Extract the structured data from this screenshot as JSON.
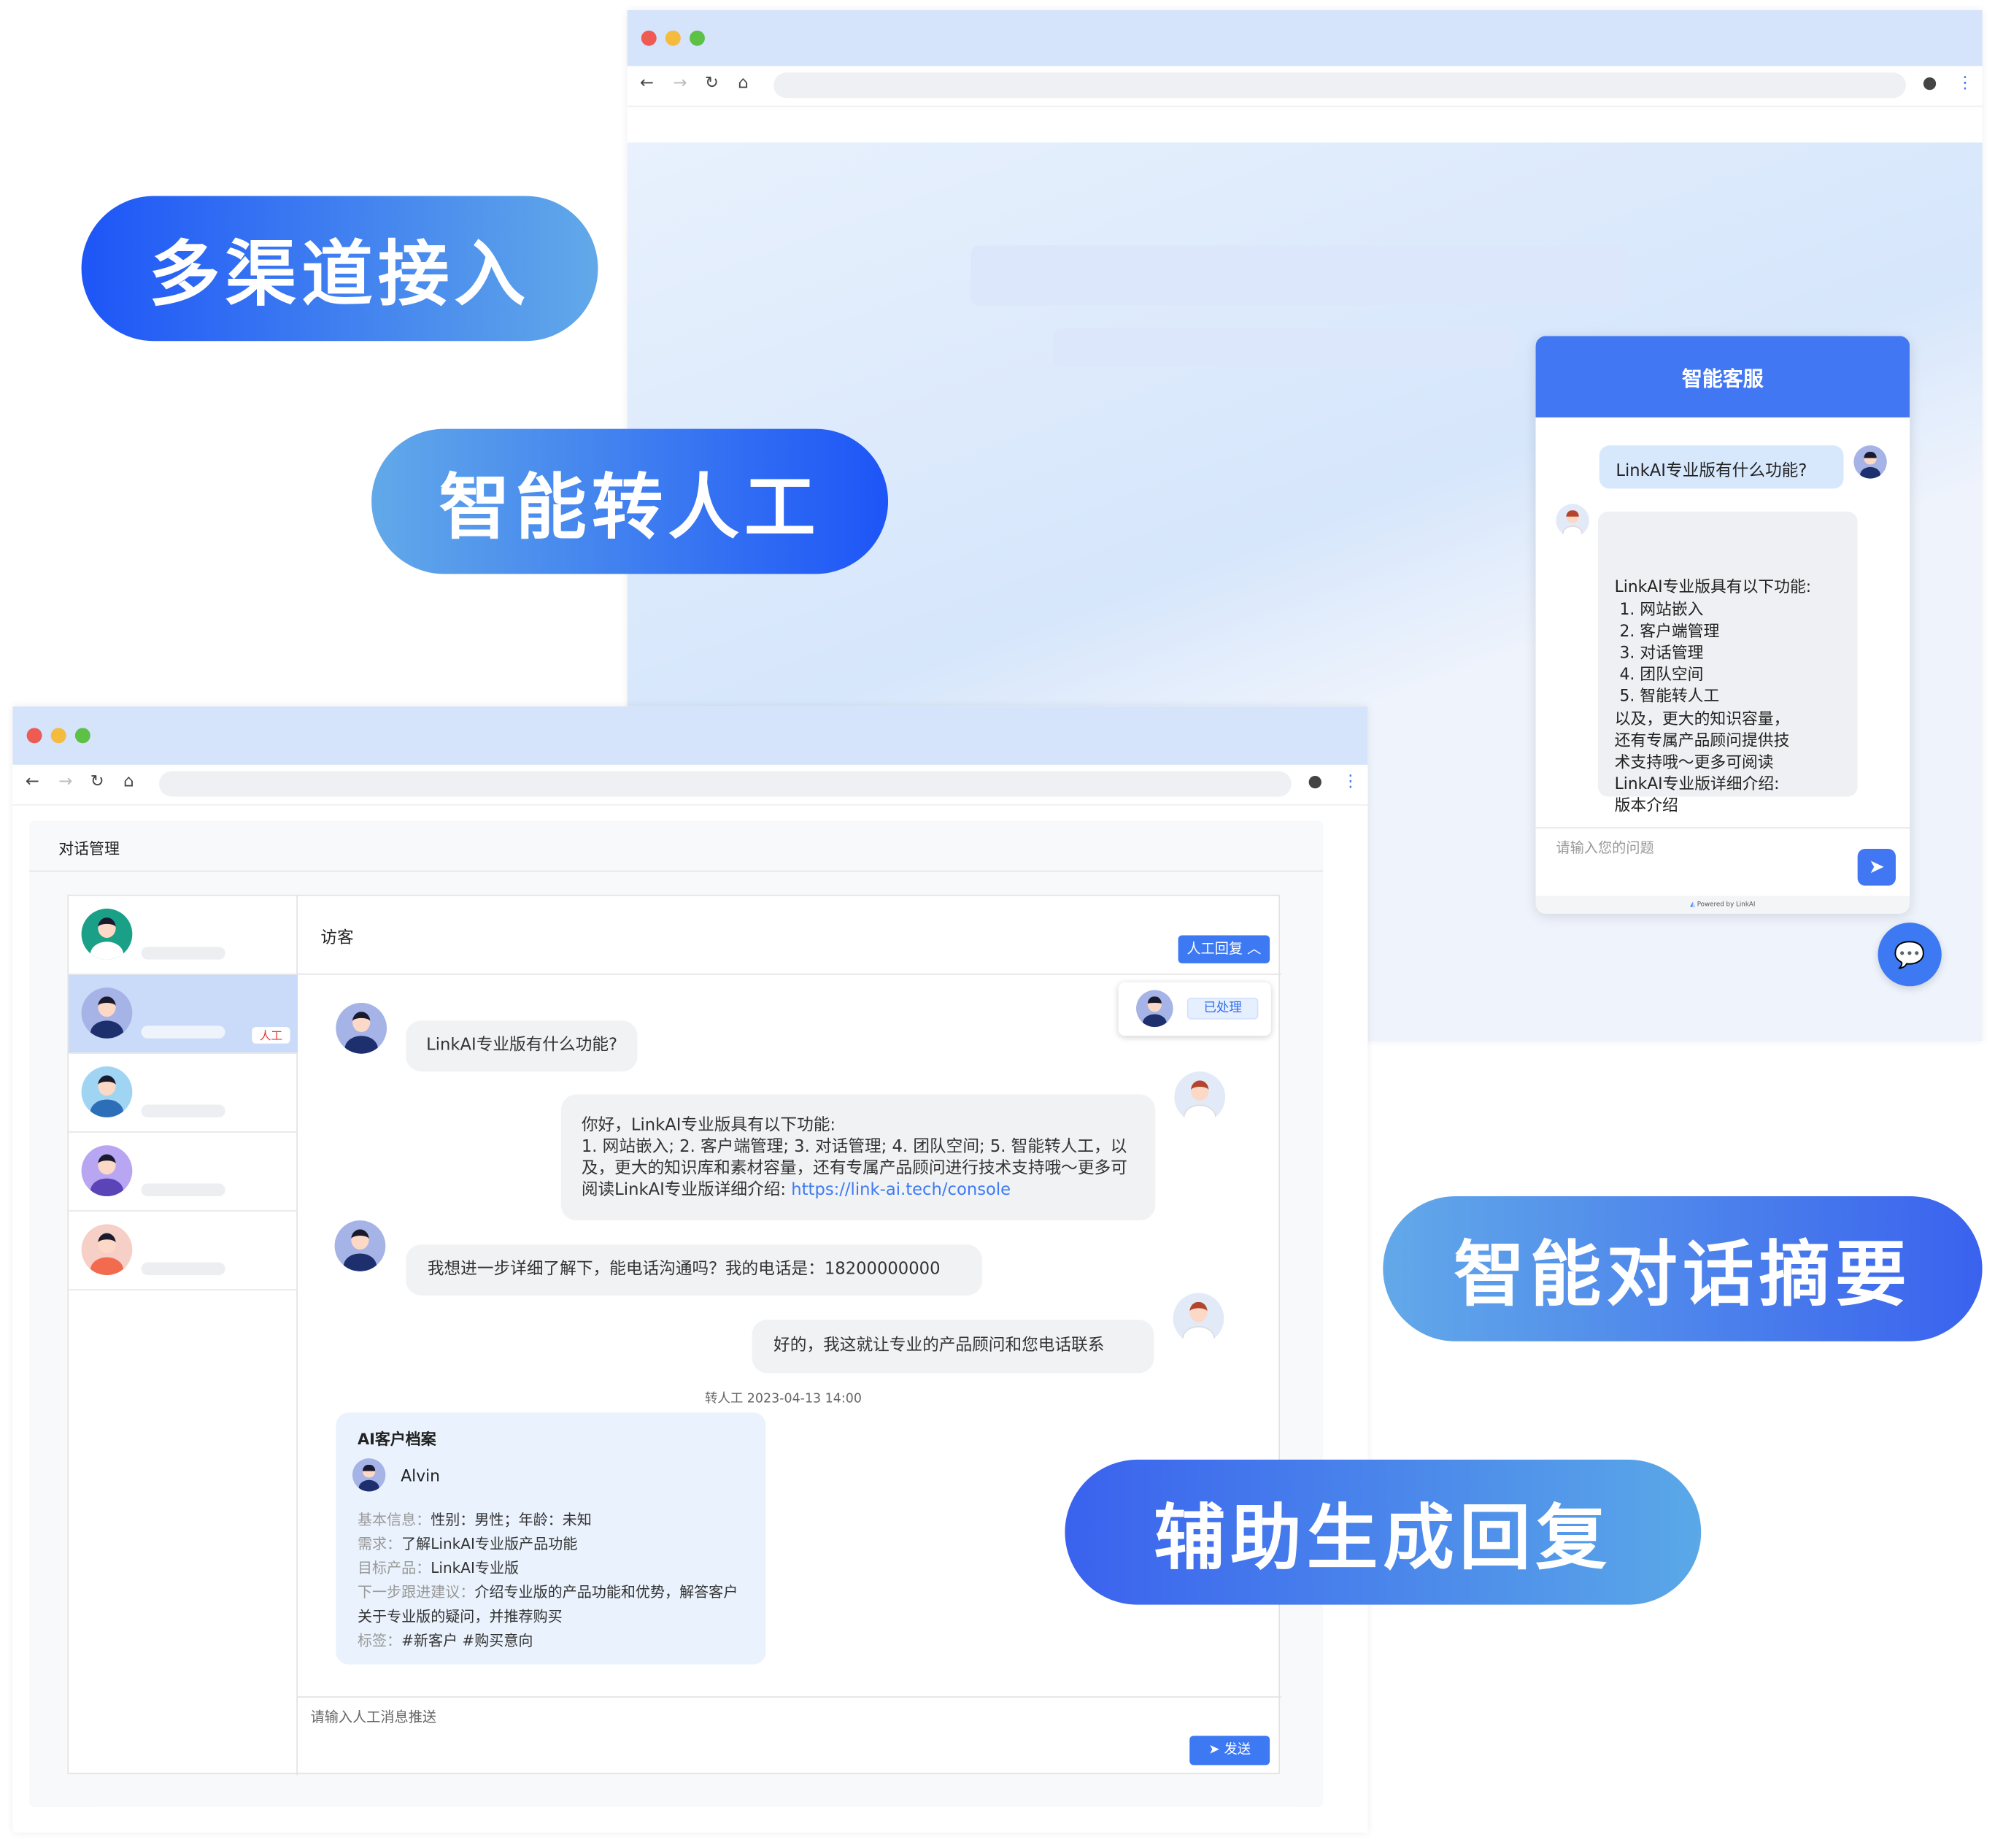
{
  "pills": [
    "多渠道接入",
    "智能转人工",
    "智能对话摘要",
    "辅助生成回复"
  ],
  "colors": {
    "accent": "#2c5ff5",
    "light_accent": "#5aa8e8",
    "widget_header": "#4277f4",
    "selected_row": "#c9dbf8",
    "link": "#3d7af5"
  },
  "widget": {
    "title": "智能客服",
    "user_message": "LinkAI专业版有什么功能?",
    "bot_lines": [
      "LinkAI专业版具有以下功能:",
      " 1. 网站嵌入",
      " 2. 客户端管理",
      " 3. 对话管理",
      " 4. 团队空间",
      " 5. 智能转人工",
      "以及，更大的知识容量，",
      "还有专属产品顾问提供技",
      "术支持哦～更多可阅读",
      "LinkAI专业版详细介绍:",
      "版本介绍"
    ],
    "input_placeholder": "请输入您的问题",
    "powered_by": "Powered by LinkAI"
  },
  "console": {
    "page_title": "对话管理",
    "visitor_label": "访客",
    "manual_reply_button": "人工回复",
    "human_badge": "人工",
    "handled_badge": "已处理",
    "messages": [
      {
        "from": "visitor",
        "text": "LinkAI专业版有什么功能?"
      },
      {
        "from": "agent",
        "text": "你好，LinkAI专业版具有以下功能:\n1. 网站嵌入; 2. 客户端管理; 3. 对话管理; 4. 团队空间; 5. 智能转人工，以及，更大的知识库和素材容量，还有专属产品顾问进行技术支持哦～更多可阅读LinkAI专业版详细介绍: ",
        "link": "https://link-ai.tech/console"
      },
      {
        "from": "visitor",
        "text": "我想进一步详细了解下，能电话沟通吗？我的电话是：18200000000"
      },
      {
        "from": "agent",
        "text": "好的，我这就让专业的产品顾问和您电话联系"
      }
    ],
    "transfer_note": "转人工 2023-04-13 14:00",
    "profile": {
      "title": "AI客户档案",
      "name": "Alvin",
      "rows": [
        {
          "label": "基本信息：",
          "value": "性别：男性；年龄：未知"
        },
        {
          "label": "需求：",
          "value": "了解LinkAI专业版产品功能"
        },
        {
          "label": "目标产品：",
          "value": "LinkAI专业版"
        },
        {
          "label": "下一步跟进建议：",
          "value": "介绍专业版的产品功能和优势，解答客户关于专业版的疑问，并推荐购买"
        },
        {
          "label": "标签：",
          "value": "#新客户 #购买意向"
        }
      ]
    },
    "input_placeholder": "请输入人工消息推送",
    "send_button": "发送"
  }
}
